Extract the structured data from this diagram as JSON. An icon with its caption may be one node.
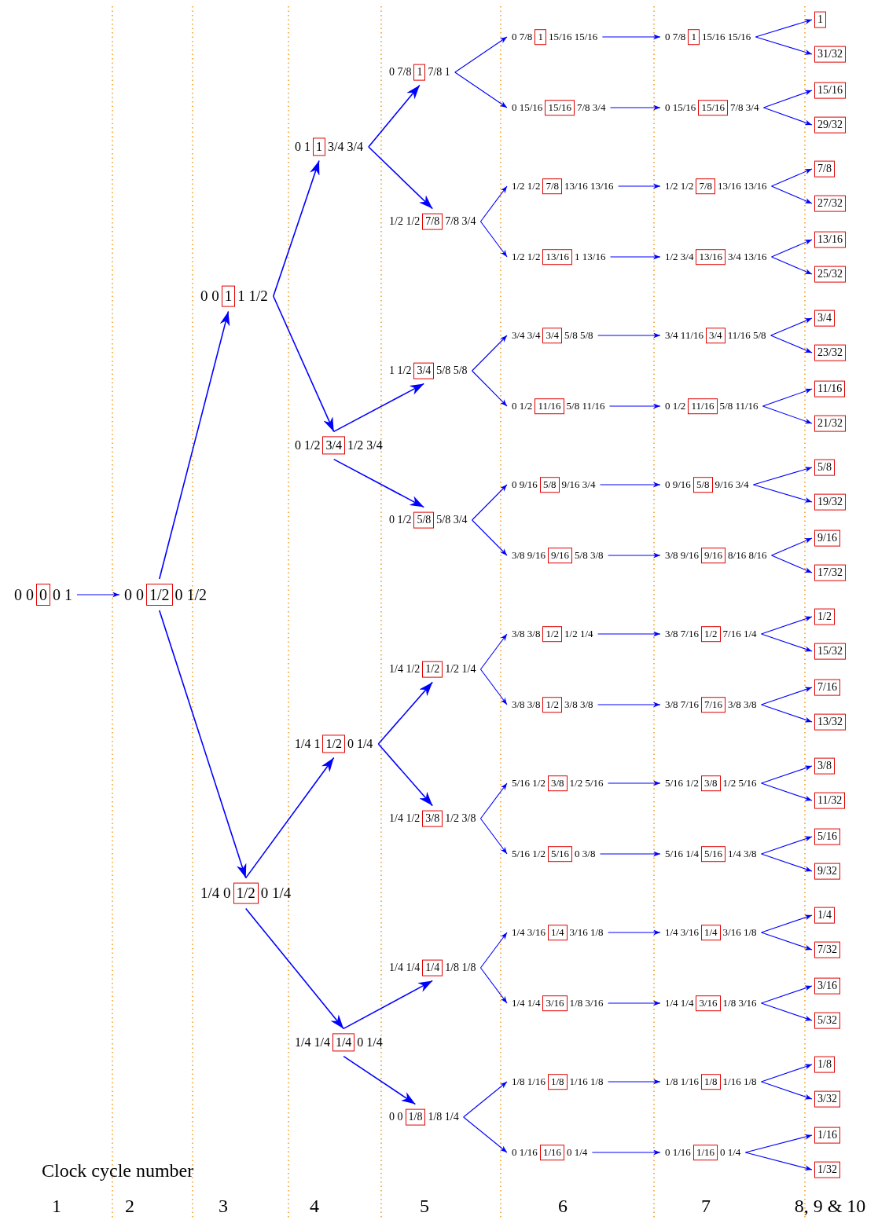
{
  "diagram": {
    "nodes": [
      {
        "text": [
          "0 0",
          "0 1"
        ]
      },
      {
        "text": [
          "0"
        ],
        "in": 0
      },
      {
        "text": [
          "0 0",
          "0 1/2"
        ]
      },
      {
        "text": [
          "1/2"
        ],
        "in": 2
      },
      {
        "text": [
          "0 0",
          "1 1/2"
        ]
      },
      {
        "text": [
          "1"
        ],
        "in": 4
      },
      {
        "text": [
          "1/4 0",
          "0 1/4"
        ]
      },
      {
        "text": [
          "1/2"
        ],
        "in": 6
      },
      {
        "text": [
          "0 1",
          "3/4 3/4"
        ]
      },
      {
        "text": [
          "1"
        ],
        "in": 8
      },
      {
        "text": [
          "0 1/2",
          "1/2 3/4"
        ]
      },
      {
        "text": [
          "3/4"
        ],
        "in": 10
      },
      {
        "text": [
          "1/4 1",
          "0 1/4"
        ]
      },
      {
        "text": [
          "1/2"
        ],
        "in": 12
      },
      {
        "text": [
          "1/4 1/4",
          "0 1/4"
        ]
      },
      {
        "text": [
          "1/4"
        ],
        "in": 14
      },
      {
        "text": [
          "0 7/8",
          "7/8 1"
        ]
      },
      {
        "text": [
          "1"
        ],
        "in": 16
      },
      {
        "text": [
          "1/2 1/2",
          "7/8 3/4"
        ]
      },
      {
        "text": [
          "7/8"
        ],
        "in": 18
      },
      {
        "text": [
          "1 1/2",
          "5/8 5/8"
        ]
      },
      {
        "text": [
          "3/4"
        ],
        "in": 20
      },
      {
        "text": [
          "0 1/2",
          "5/8 3/4"
        ]
      },
      {
        "text": [
          "5/8"
        ],
        "in": 22
      },
      {
        "text": [
          "1/4 1/2",
          "1/2 1/4"
        ]
      },
      {
        "text": [
          "1/2"
        ],
        "in": 24
      },
      {
        "text": [
          "1/4 1/2",
          "1/2 3/8"
        ]
      },
      {
        "text": [
          "3/8"
        ],
        "in": 26
      },
      {
        "text": [
          "1/4 1/4",
          "1/8 1/8"
        ]
      },
      {
        "text": [
          "1/4"
        ],
        "in": 28
      },
      {
        "text": [
          "0 0",
          "1/8 1/4"
        ]
      },
      {
        "text": [
          "1/8"
        ],
        "in": 30
      },
      {
        "text": [
          "0 7/8",
          "15/16 15/16"
        ]
      },
      {
        "text": [
          "1"
        ],
        "in": 32
      },
      {
        "text": [
          "0 15/16",
          "7/8 3/4"
        ]
      },
      {
        "text": [
          "15/16"
        ],
        "in": 34
      },
      {
        "text": [
          "1/2 1/2",
          "13/16 13/16"
        ]
      },
      {
        "text": [
          "7/8"
        ],
        "in": 36
      },
      {
        "text": [
          "1/2 1/2",
          "1 13/16"
        ]
      },
      {
        "text": [
          "13/16"
        ],
        "in": 38
      },
      {
        "text": [
          "3/4 3/4",
          "5/8 5/8"
        ]
      },
      {
        "text": [
          "3/4"
        ],
        "in": 40
      },
      {
        "text": [
          "0 1/2",
          "5/8 11/16"
        ]
      },
      {
        "text": [
          "11/16"
        ],
        "in": 42
      },
      {
        "text": [
          "0 9/16",
          "9/16 3/4"
        ]
      },
      {
        "text": [
          "5/8"
        ],
        "in": 44
      },
      {
        "text": [
          "3/8 9/16",
          "5/8 3/8"
        ]
      },
      {
        "text": [
          "9/16"
        ],
        "in": 46
      },
      {
        "text": [
          "3/8 3/8",
          "1/2 1/4"
        ]
      },
      {
        "text": [
          "1/2"
        ],
        "in": 48
      },
      {
        "text": [
          "3/8 3/8",
          "3/8 3/8"
        ]
      },
      {
        "text": [
          "1/2"
        ],
        "in": 50
      },
      {
        "text": [
          "5/16 1/2",
          "1/2 5/16"
        ]
      },
      {
        "text": [
          "3/8"
        ],
        "in": 52
      },
      {
        "text": [
          "5/16 1/2",
          "0 3/8"
        ]
      },
      {
        "text": [
          "5/16"
        ],
        "in": 54
      },
      {
        "text": [
          "1/4 3/16",
          "3/16 1/8"
        ]
      },
      {
        "text": [
          "1/4"
        ],
        "in": 56
      },
      {
        "text": [
          "1/4 1/4",
          "1/8 3/16"
        ]
      },
      {
        "text": [
          "3/16"
        ],
        "in": 58
      },
      {
        "text": [
          "1/8 1/16",
          "1/16 1/8"
        ]
      },
      {
        "text": [
          "1/8"
        ],
        "in": 60
      },
      {
        "text": [
          "0 1/16",
          "0 1/4"
        ]
      },
      {
        "text": [
          "1/16"
        ],
        "in": 62
      },
      {
        "text": [
          "0 7/8",
          "15/16 15/16"
        ]
      },
      {
        "text": [
          "1"
        ],
        "in": 64
      },
      {
        "text": [
          "0 15/16",
          "7/8 3/4"
        ]
      },
      {
        "text": [
          "15/16"
        ],
        "in": 66
      },
      {
        "text": [
          "1/2 1/2",
          "13/16 13/16"
        ]
      },
      {
        "text": [
          "7/8"
        ],
        "in": 68
      },
      {
        "text": [
          "1/2 3/4",
          "3/4 13/16"
        ]
      },
      {
        "text": [
          "13/16"
        ],
        "in": 70
      },
      {
        "text": [
          "3/4 11/16",
          "11/16 5/8"
        ]
      },
      {
        "text": [
          "3/4"
        ],
        "in": 72
      },
      {
        "text": [
          "0 1/2",
          "5/8 11/16"
        ]
      },
      {
        "text": [
          "11/16"
        ],
        "in": 74
      },
      {
        "text": [
          "0 9/16",
          "9/16 3/4"
        ]
      },
      {
        "text": [
          "5/8"
        ],
        "in": 76
      },
      {
        "text": [
          "3/8 9/16",
          "8/16 8/16"
        ]
      },
      {
        "text": [
          "9/16"
        ],
        "in": 78
      },
      {
        "text": [
          "3/8 7/16",
          "7/16 1/4"
        ]
      },
      {
        "text": [
          "1/2"
        ],
        "in": 80
      },
      {
        "text": [
          "3/8 7/16",
          "3/8 3/8"
        ]
      },
      {
        "text": [
          "7/16"
        ],
        "in": 82
      },
      {
        "text": [
          "5/16 1/2",
          "1/2 5/16"
        ]
      },
      {
        "text": [
          "3/8"
        ],
        "in": 84
      },
      {
        "text": [
          "5/16 1/4",
          "1/4 3/8"
        ]
      },
      {
        "text": [
          "5/16"
        ],
        "in": 86
      },
      {
        "text": [
          "1/4 3/16",
          "3/16 1/8"
        ]
      },
      {
        "text": [
          "1/4"
        ],
        "in": 88
      },
      {
        "text": [
          "1/4 1/4",
          "1/8 3/16"
        ]
      },
      {
        "text": [
          "3/16"
        ],
        "in": 90
      },
      {
        "text": [
          "1/8 1/16",
          "1/16 1/8"
        ]
      },
      {
        "text": [
          "1/8"
        ],
        "in": 92
      },
      {
        "text": [
          "0 1/16",
          "0 1/4"
        ]
      },
      {
        "text": [
          "1/16"
        ],
        "in": 94
      },
      {
        "text": [
          "1"
        ]
      },
      {
        "text": [
          "31/32"
        ]
      },
      {
        "text": [
          "15/16"
        ]
      },
      {
        "text": [
          "29/32"
        ]
      },
      {
        "text": [
          "7/8"
        ]
      },
      {
        "text": [
          "27/32"
        ]
      },
      {
        "text": [
          "13/16"
        ]
      },
      {
        "text": [
          "25/32"
        ]
      },
      {
        "text": [
          "3/4"
        ]
      },
      {
        "text": [
          "23/32"
        ]
      },
      {
        "text": [
          "11/16"
        ]
      },
      {
        "text": [
          "21/32"
        ]
      },
      {
        "text": [
          "5/8"
        ]
      },
      {
        "text": [
          "19/32"
        ]
      },
      {
        "text": [
          "9/16"
        ]
      },
      {
        "text": [
          "17/32"
        ]
      },
      {
        "text": [
          "1/2"
        ]
      },
      {
        "text": [
          "15/32"
        ]
      },
      {
        "text": [
          "7/16"
        ]
      },
      {
        "text": [
          "13/32"
        ]
      },
      {
        "text": [
          "3/8"
        ]
      },
      {
        "text": [
          "11/32"
        ]
      },
      {
        "text": [
          "5/16"
        ]
      },
      {
        "text": [
          "9/32"
        ]
      },
      {
        "text": [
          "1/4"
        ]
      },
      {
        "text": [
          "7/32"
        ]
      },
      {
        "text": [
          "3/16"
        ]
      },
      {
        "text": [
          "5/32"
        ]
      },
      {
        "text": [
          "1/8"
        ]
      },
      {
        "text": [
          "3/32"
        ]
      },
      {
        "text": [
          "1/16"
        ]
      },
      {
        "text": [
          "1/32"
        ]
      }
    ],
    "edges": [
      {
        "from": 0,
        "to": 2,
        "arrow": "to"
      },
      {
        "from": 2,
        "to": 4,
        "arrow": "to"
      },
      {
        "from": 2,
        "to": 6,
        "arrow": "to"
      },
      {
        "from": 4,
        "to": 8,
        "arrow": "to"
      },
      {
        "from": 4,
        "to": 10,
        "arrow": "to"
      },
      {
        "from": 6,
        "to": 12,
        "arrow": "to"
      },
      {
        "from": 6,
        "to": 14,
        "arrow": "to"
      },
      {
        "from": 8,
        "to": 16,
        "arrow": "to"
      },
      {
        "from": 8,
        "to": 18,
        "arrow": "to"
      },
      {
        "from": 10,
        "to": 20,
        "arrow": "to"
      },
      {
        "from": 10,
        "to": 22,
        "arrow": "to"
      },
      {
        "from": 12,
        "to": 24,
        "arrow": "to"
      },
      {
        "from": 12,
        "to": 26,
        "arrow": "to"
      },
      {
        "from": 14,
        "to": 28,
        "arrow": "to"
      },
      {
        "from": 14,
        "to": 30,
        "arrow": "to"
      },
      {
        "from": 16,
        "to": 32,
        "arrow": "to"
      },
      {
        "from": 16,
        "to": 34,
        "arrow": "to"
      },
      {
        "from": 18,
        "to": 36,
        "arrow": "to"
      },
      {
        "from": 18,
        "to": 38,
        "arrow": "to"
      },
      {
        "from": 20,
        "to": 40,
        "arrow": "to"
      },
      {
        "from": 20,
        "to": 42,
        "arrow": "to"
      },
      {
        "from": 22,
        "to": 44,
        "arrow": "to"
      },
      {
        "from": 22,
        "to": 46,
        "arrow": "to"
      },
      {
        "from": 24,
        "to": 48,
        "arrow": "to"
      },
      {
        "from": 24,
        "to": 50,
        "arrow": "to"
      },
      {
        "from": 26,
        "to": 52,
        "arrow": "to"
      },
      {
        "from": 26,
        "to": 54,
        "arrow": "to"
      },
      {
        "from": 28,
        "to": 56,
        "arrow": "to"
      },
      {
        "from": 28,
        "to": 58,
        "arrow": "to"
      },
      {
        "from": 30,
        "to": 60,
        "arrow": "to"
      },
      {
        "from": 30,
        "to": 62,
        "arrow": "to"
      },
      {
        "from": 32,
        "to": 64,
        "arrow": "to"
      },
      {
        "from": 34,
        "to": 66,
        "arrow": "to"
      },
      {
        "from": 36,
        "to": 68,
        "arrow": "to"
      },
      {
        "from": 38,
        "to": 70,
        "arrow": "to"
      },
      {
        "from": 40,
        "to": 72,
        "arrow": "to"
      },
      {
        "from": 42,
        "to": 74,
        "arrow": "to"
      },
      {
        "from": 44,
        "to": 76,
        "arrow": "to"
      },
      {
        "from": 46,
        "to": 78,
        "arrow": "to"
      },
      {
        "from": 48,
        "to": 80,
        "arrow": "to"
      },
      {
        "from": 50,
        "to": 82,
        "arrow": "to"
      },
      {
        "from": 52,
        "to": 84,
        "arrow": "to"
      },
      {
        "from": 54,
        "to": 86,
        "arrow": "to"
      },
      {
        "from": 56,
        "to": 88,
        "arrow": "to"
      },
      {
        "from": 58,
        "to": 90,
        "arrow": "to"
      },
      {
        "from": 60,
        "to": 92,
        "arrow": "to"
      },
      {
        "from": 62,
        "to": 94,
        "arrow": "to"
      },
      {
        "from": 64,
        "to": 96,
        "arrow": "to"
      },
      {
        "from": 64,
        "to": 97,
        "arrow": "to"
      },
      {
        "from": 66,
        "to": 98,
        "arrow": "to"
      },
      {
        "from": 66,
        "to": 99,
        "arrow": "to"
      },
      {
        "from": 68,
        "to": 100,
        "arrow": "to"
      },
      {
        "from": 68,
        "to": 101,
        "arrow": "to"
      },
      {
        "from": 70,
        "to": 102,
        "arrow": "to"
      },
      {
        "from": 70,
        "to": 103,
        "arrow": "to"
      },
      {
        "from": 72,
        "to": 104,
        "arrow": "to"
      },
      {
        "from": 72,
        "to": 105,
        "arrow": "to"
      },
      {
        "from": 74,
        "to": 106,
        "arrow": "to"
      },
      {
        "from": 74,
        "to": 107,
        "arrow": "to"
      },
      {
        "from": 76,
        "to": 108,
        "arrow": "to"
      },
      {
        "from": 76,
        "to": 109,
        "arrow": "to"
      },
      {
        "from": 78,
        "to": 110,
        "arrow": "to"
      },
      {
        "from": 78,
        "to": 111,
        "arrow": "to"
      },
      {
        "from": 80,
        "to": 112,
        "arrow": "to"
      },
      {
        "from": 80,
        "to": 113,
        "arrow": "to"
      },
      {
        "from": 82,
        "to": 114,
        "arrow": "to"
      },
      {
        "from": 82,
        "to": 115,
        "arrow": "to"
      },
      {
        "from": 84,
        "to": 116,
        "arrow": "to"
      },
      {
        "from": 84,
        "to": 117,
        "arrow": "to"
      },
      {
        "from": 86,
        "to": 118,
        "arrow": "to"
      },
      {
        "from": 86,
        "to": 119,
        "arrow": "to"
      },
      {
        "from": 88,
        "to": 120,
        "arrow": "to"
      },
      {
        "from": 88,
        "to": 121,
        "arrow": "to"
      },
      {
        "from": 90,
        "to": 122,
        "arrow": "to"
      },
      {
        "from": 90,
        "to": 123,
        "arrow": "to"
      },
      {
        "from": 92,
        "to": 124,
        "arrow": "to"
      },
      {
        "from": 92,
        "to": 125,
        "arrow": "to"
      },
      {
        "from": 94,
        "to": 126,
        "arrow": "to"
      },
      {
        "from": 94,
        "to": 127,
        "arrow": "to"
      }
    ],
    "labels": [
      "Clock cycle number",
      "1",
      "2",
      "3",
      "4",
      "5",
      "6",
      "7",
      "8, 9 & 10"
    ]
  }
}
